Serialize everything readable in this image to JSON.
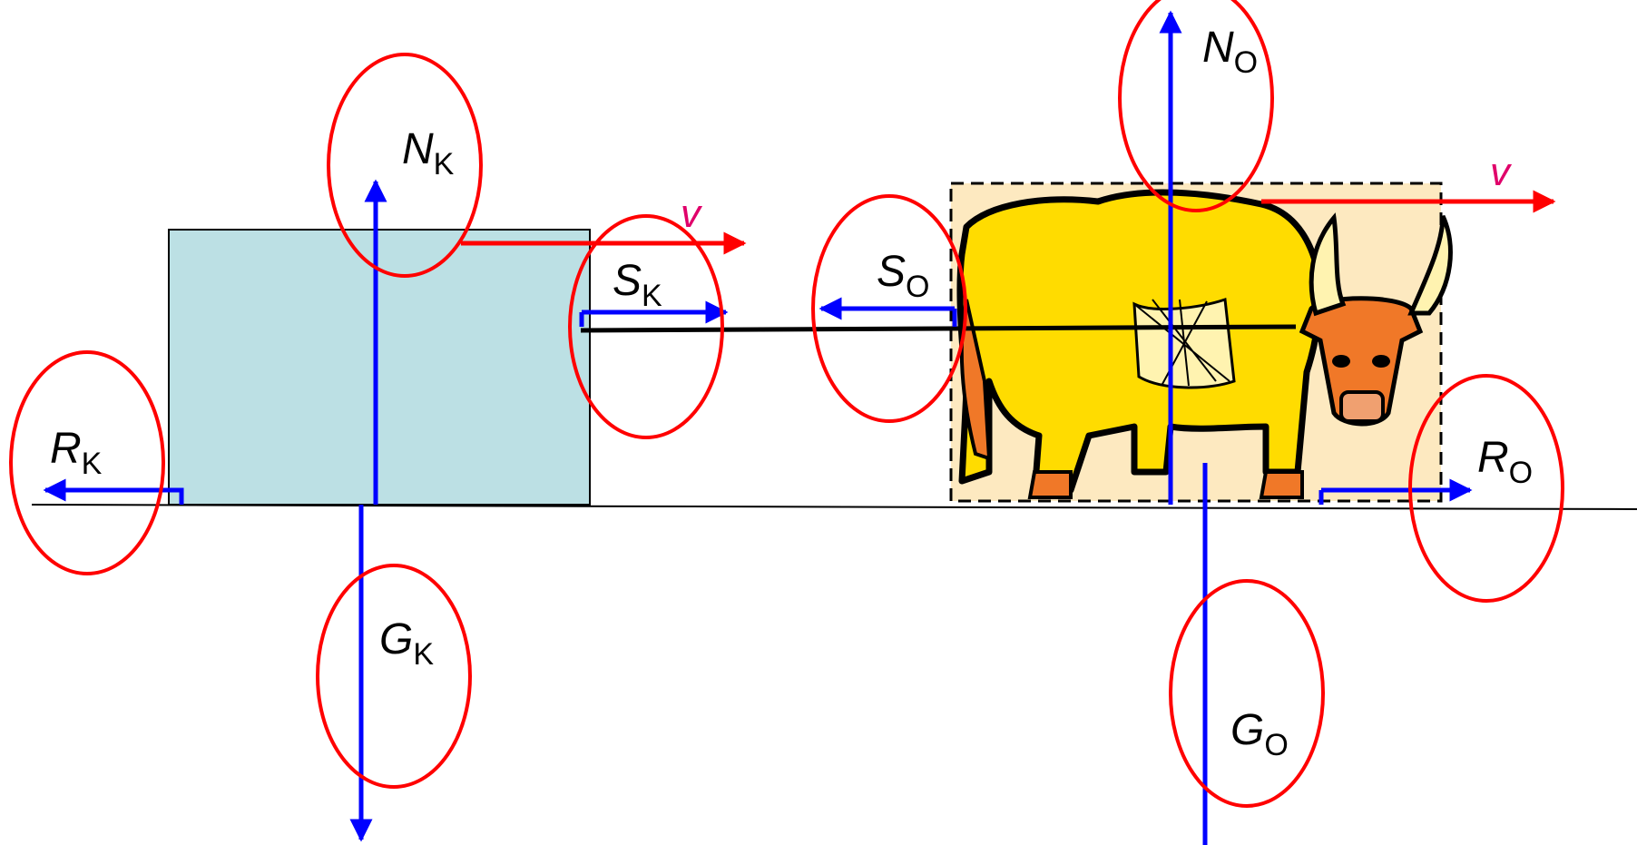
{
  "labels": {
    "n_k": {
      "main": "N",
      "sub": "K"
    },
    "s_k": {
      "main": "S",
      "sub": "K"
    },
    "r_k": {
      "main": "R",
      "sub": "K"
    },
    "g_k": {
      "main": "G",
      "sub": "K"
    },
    "n_o": {
      "main": "N",
      "sub": "O"
    },
    "s_o": {
      "main": "S",
      "sub": "O"
    },
    "r_o": {
      "main": "R",
      "sub": "O"
    },
    "g_o": {
      "main": "G",
      "sub": "O"
    },
    "v_left": "v",
    "v_right": "v"
  },
  "colors": {
    "force": "#0000ff",
    "velocity": "#ff0000",
    "velocity_label": "#e0006a",
    "highlight_ellipse": "#ff0000",
    "block_fill": "#bce0e4",
    "ox_body": "#ffdc00",
    "ox_head": "#f07828",
    "ox_frame_fill": "#fde9c0",
    "rope": "#000000"
  },
  "icons": {
    "block": "sled-block",
    "animal": "ox-clipart"
  }
}
